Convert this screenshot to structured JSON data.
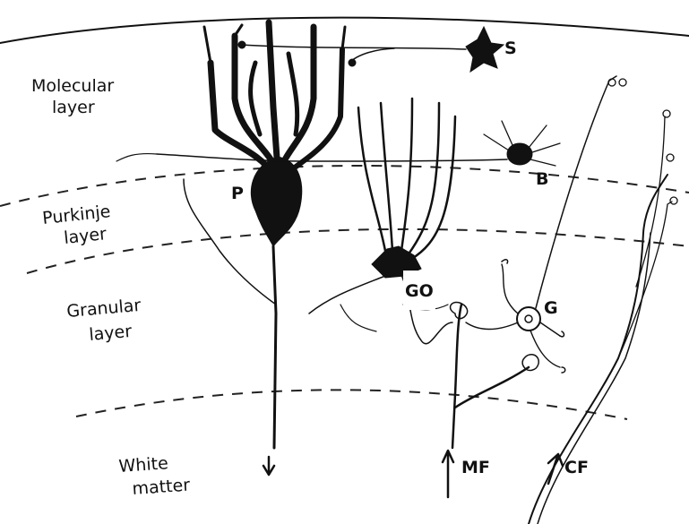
{
  "layers": {
    "molecular": [
      "Molecular",
      "layer"
    ],
    "purkinje": [
      "Purkinje",
      "layer"
    ],
    "granular": [
      "Granular",
      "layer"
    ],
    "white": [
      "White",
      "matter"
    ]
  },
  "cells": {
    "stellate": "S",
    "basket": "B",
    "purkinje": "P",
    "golgi": "GO",
    "granule": "G"
  },
  "fibers": {
    "mossy": "MF",
    "climbing": "CF"
  }
}
